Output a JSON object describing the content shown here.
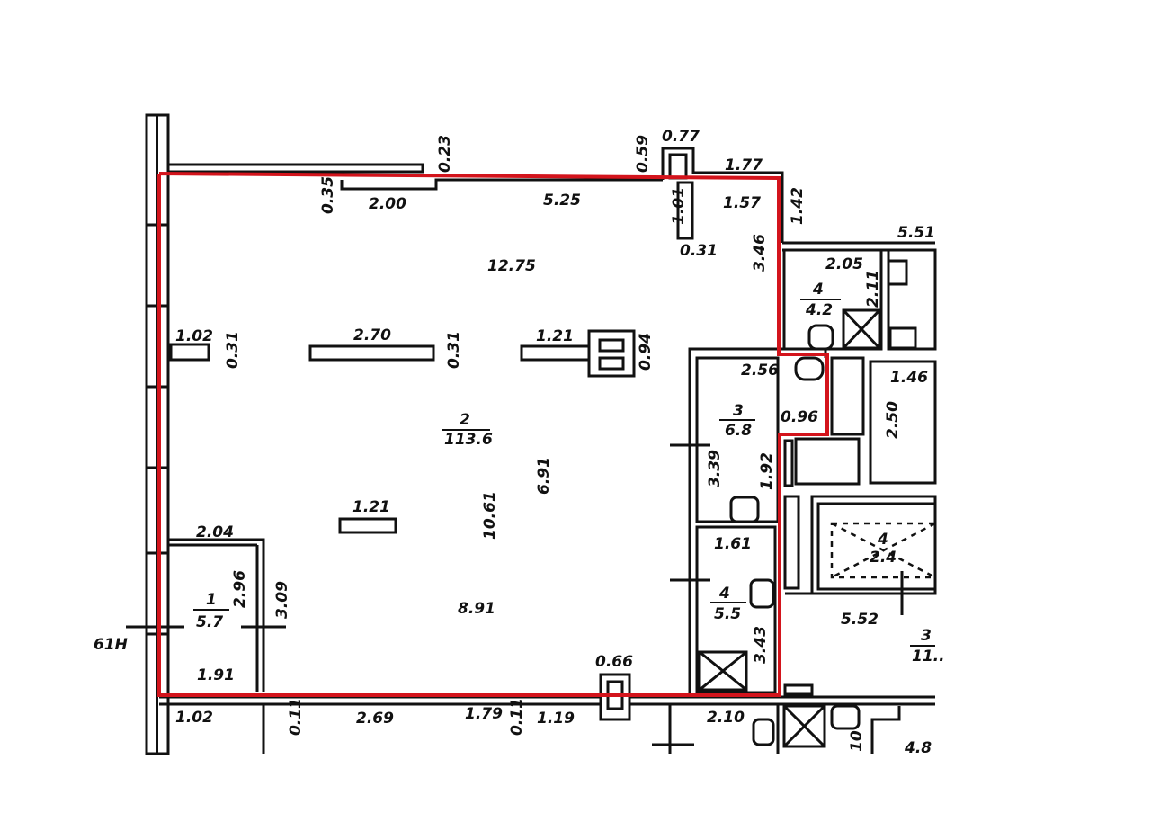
{
  "plan": {
    "outline_color": "#d3141c",
    "wall_color": "#111111",
    "axis_label": "61H",
    "rooms": [
      {
        "number": "1",
        "area": "5.7"
      },
      {
        "number": "2",
        "area": "113.6"
      },
      {
        "number": "3",
        "area": "6.8"
      },
      {
        "number": "4",
        "area": "5.5"
      },
      {
        "number": "4",
        "area": "4.2"
      },
      {
        "number": "4",
        "area": "2.4"
      },
      {
        "number": "3",
        "area": "11.."
      }
    ],
    "dimensions": [
      "0.23",
      "0.35",
      "2.00",
      "5.25",
      "0.59",
      "0.77",
      "1.77",
      "1.01",
      "1.57",
      "1.42",
      "0.31",
      "3.46",
      "5.51",
      "2.05",
      "2.11",
      "12.75",
      "1.02",
      "0.31",
      "2.70",
      "0.31",
      "1.21",
      "0.94",
      "2.56",
      "1.46",
      "0.96",
      "2.50",
      "6.91",
      "10.61",
      "3.39",
      "1.92",
      "1.21",
      "2.04",
      "2.96",
      "3.09",
      "1.61",
      "5.52",
      "8.91",
      "3.43",
      "1.91",
      "0.66",
      "1.02",
      "0.11",
      "2.69",
      "1.79",
      "0.11",
      "1.19",
      "2.10",
      "10",
      "4.8"
    ]
  }
}
